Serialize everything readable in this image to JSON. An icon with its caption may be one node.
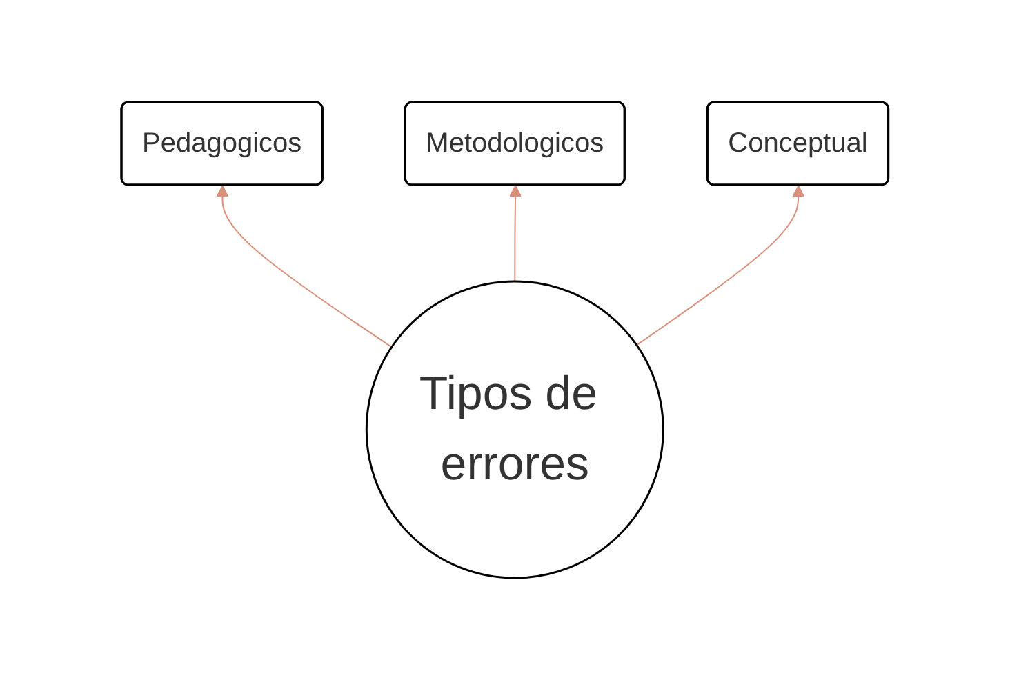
{
  "diagram": {
    "nodes": [
      {
        "text": [
          "Metodologicos"
        ]
      },
      {
        "text": [
          "Pedagogicos"
        ]
      },
      {
        "text": [
          "Conceptual"
        ]
      },
      {
        "text": [
          "Tipos de errores"
        ]
      }
    ],
    "edges": [
      {
        "from": 3,
        "to": 1,
        "arrow": "to"
      },
      {
        "from": 3,
        "to": 0,
        "arrow": "to"
      },
      {
        "from": 3,
        "to": 2,
        "arrow": "to"
      }
    ]
  }
}
